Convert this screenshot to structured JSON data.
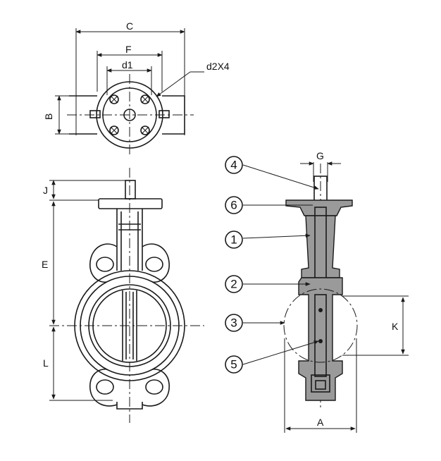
{
  "dimensions": {
    "c": "C",
    "f": "F",
    "d1": "d1",
    "d2x4": "d2X4",
    "b": "B",
    "j": "J",
    "e": "E",
    "l": "L",
    "g": "G",
    "k": "K",
    "a": "A"
  },
  "parts": {
    "p1": "1",
    "p2": "2",
    "p3": "3",
    "p4": "4",
    "p5": "5",
    "p6": "6"
  },
  "colors": {
    "line": "#1a1a1a",
    "fill": "#9a9a9a"
  }
}
